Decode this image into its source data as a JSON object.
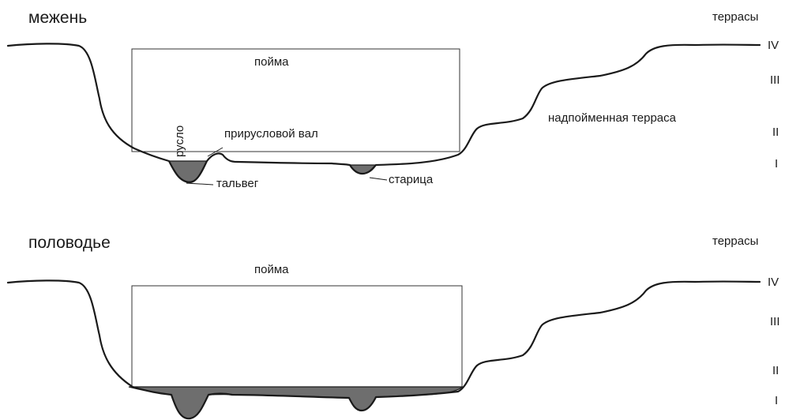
{
  "colors": {
    "line": "#1a1a1a",
    "water": "#6e6e6e",
    "background": "#ffffff"
  },
  "top_panel": {
    "title": "межень",
    "terraces_heading": "террасы",
    "floodplain_label": "пойма",
    "channel_label": "русло",
    "levee_label": "прирусловой вал",
    "thalweg_label": "тальвег",
    "oxbow_label": "старица",
    "terrace_label": "надпойменная терраса",
    "levels": [
      "IV",
      "III",
      "II",
      "I"
    ]
  },
  "bottom_panel": {
    "title": "половодье",
    "terraces_heading": "террасы",
    "floodplain_label": "пойма",
    "levels": [
      "IV",
      "III",
      "II",
      "I"
    ]
  }
}
